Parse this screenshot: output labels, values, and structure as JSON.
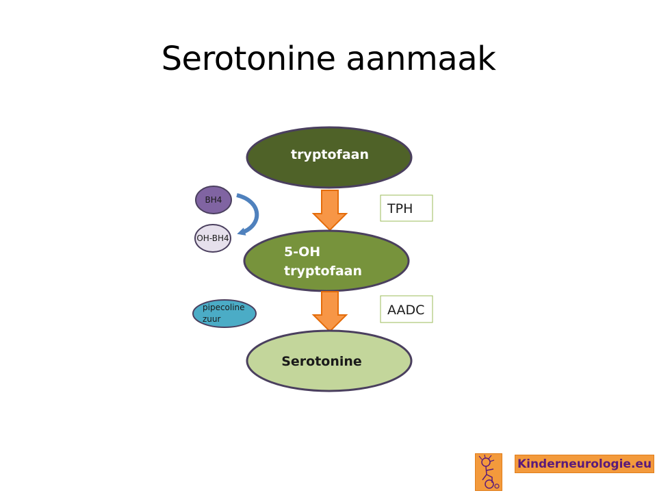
{
  "title": "Serotonine aanmaak",
  "nodes": {
    "tryptofaan": "tryptofaan",
    "oh_tryptofaan_line1": "5-OH",
    "oh_tryptofaan_line2": "tryptofaan",
    "serotonine": "Serotonine"
  },
  "enzymes": {
    "tph": "TPH",
    "aadc": "AADC"
  },
  "cofactors": {
    "bh4": "BH4",
    "oh_bh4": "OH-BH4",
    "pipecoline_line1": "pipecoline",
    "pipecoline_line2": "zuur"
  },
  "logo": {
    "text": "Kinderneurologie.eu"
  },
  "colors": {
    "tryptofaan_fill": "#4f6228",
    "oh_tryptofaan_fill": "#77933c",
    "serotonine_fill": "#c3d69b",
    "node_outline": "#4a3f5e",
    "arrow_fill": "#f79646",
    "arrow_stroke": "#e46c0a",
    "bh4_fill": "#8064a2",
    "oh_bh4_fill": "#e6e0ec",
    "pipecoline_fill": "#4bacc6",
    "curved_arrow": "#4f81bd",
    "enzyme_box_border": "#9bbb59",
    "logo_bg": "#f39a3c",
    "logo_text": "#5a1a7a"
  }
}
